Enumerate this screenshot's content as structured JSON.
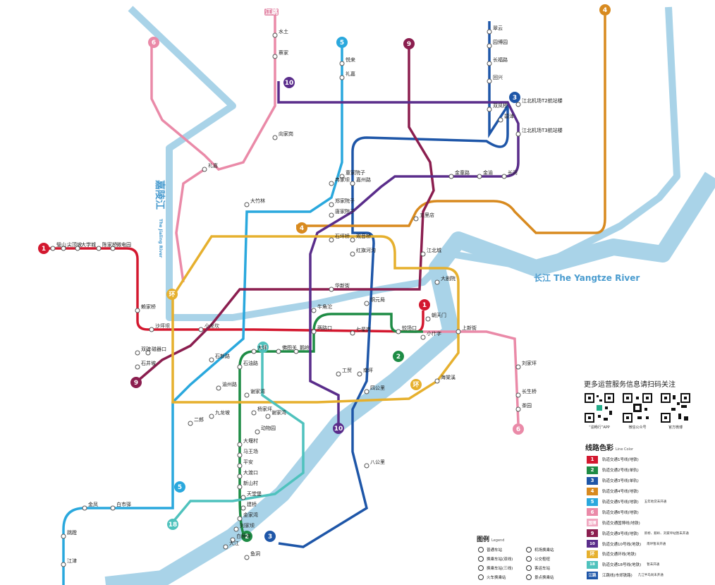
{
  "rivers": {
    "jialing_cn": "嘉陵江",
    "jialing_en": "The Jialing River",
    "yangtze": "长江 The Yangtze River",
    "color": "#a9d3e8"
  },
  "lines": [
    {
      "id": "1",
      "color": "#d3182f",
      "label": "1"
    },
    {
      "id": "2",
      "color": "#1e8c45",
      "label": "2"
    },
    {
      "id": "3",
      "color": "#1e56a8",
      "label": "3"
    },
    {
      "id": "4",
      "color": "#d88a1f",
      "label": "4"
    },
    {
      "id": "5",
      "color": "#2aa8dd",
      "label": "5"
    },
    {
      "id": "6",
      "color": "#ea8aa8",
      "label": "6"
    },
    {
      "id": "9",
      "color": "#8b1e4f",
      "label": "9"
    },
    {
      "id": "10",
      "color": "#5a2d8b",
      "label": "10"
    },
    {
      "id": "loop",
      "color": "#e6b02e",
      "label": "环"
    },
    {
      "id": "18",
      "color": "#4fc2bd",
      "label": "18"
    },
    {
      "id": "jt",
      "color": "#e38aa8",
      "label": "江跳"
    }
  ],
  "stations": [
    {
      "id": "chaotianmen",
      "name": "朝天门"
    },
    {
      "id": "xiaoshizi",
      "name": "小什字"
    },
    {
      "id": "jiefangbei",
      "name": "较场口"
    },
    {
      "id": "qixinggang",
      "name": "七星岗"
    },
    {
      "id": "lianglukou",
      "name": "两路口"
    },
    {
      "id": "eling",
      "name": "鹅岭"
    },
    {
      "id": "fotuguan",
      "name": "佛图关"
    },
    {
      "id": "daping",
      "name": "大坪"
    },
    {
      "id": "shiyoulu",
      "name": "石油路"
    },
    {
      "id": "xiejiawan",
      "name": "谢家湾"
    },
    {
      "id": "yangjiaping",
      "name": "杨家坪"
    },
    {
      "id": "dongwuyuan",
      "name": "动物园"
    },
    {
      "id": "dayancun",
      "name": "大堰村"
    },
    {
      "id": "mawangchang",
      "name": "马王场"
    },
    {
      "id": "pingan",
      "name": "平安"
    },
    {
      "id": "dadukou",
      "name": "大渡口"
    },
    {
      "id": "xinshancun",
      "name": "新山村"
    },
    {
      "id": "tiantangbao",
      "name": "天堂堡"
    },
    {
      "id": "jianqiao",
      "name": "建桥"
    },
    {
      "id": "jinjiawan",
      "name": "金家湾"
    },
    {
      "id": "liujiaba",
      "name": "刘家坝"
    },
    {
      "id": "baiju",
      "name": "白居寺"
    },
    {
      "id": "dajiang",
      "name": "大江"
    },
    {
      "id": "yudong",
      "name": "鱼洞"
    },
    {
      "id": "xiaolongkan",
      "name": "小龙坎"
    },
    {
      "id": "shapingba",
      "name": "沙坪坝"
    },
    {
      "id": "ciqikou",
      "name": "磁器口"
    },
    {
      "id": "shijingpo",
      "name": "石井坡"
    },
    {
      "id": "shuangbei",
      "name": "双碑"
    },
    {
      "id": "zhanjia",
      "name": "赖家桥"
    },
    {
      "id": "weidianyuan",
      "name": "微电园"
    },
    {
      "id": "chenjiaqiao",
      "name": "陈家桥"
    },
    {
      "id": "daxuecheng",
      "name": "大学城"
    },
    {
      "id": "jiandingpo",
      "name": "尖顶坡"
    },
    {
      "id": "bishan",
      "name": "璧山"
    },
    {
      "id": "jiangbeiairport",
      "name": "江北机场T2航站楼"
    },
    {
      "id": "jiangbeiairport3",
      "name": "江北机场T3航站楼"
    },
    {
      "id": "bijin",
      "name": "碧津"
    },
    {
      "id": "shuangfengqiao",
      "name": "双凤桥"
    },
    {
      "id": "huixing",
      "name": "回兴"
    },
    {
      "id": "changfulu",
      "name": "长福路"
    },
    {
      "id": "yuanyang",
      "name": "园博园"
    },
    {
      "id": "cuiyun",
      "name": "翠云"
    },
    {
      "id": "changhelu",
      "name": "长河"
    },
    {
      "id": "jinyu",
      "name": "金渝"
    },
    {
      "id": "jintonglu",
      "name": "金童路"
    },
    {
      "id": "tongjiayuanzi",
      "name": "童家院子"
    },
    {
      "id": "jiazhoulu",
      "name": "嘉州路"
    },
    {
      "id": "zhenggan",
      "name": "郑家院子"
    },
    {
      "id": "tangjiayuanzi",
      "name": "唐家院子"
    },
    {
      "id": "shipingqiao",
      "name": "石坪桥"
    },
    {
      "id": "guanyinqiao",
      "name": "观音桥"
    },
    {
      "id": "huaxinjie",
      "name": "华新街"
    },
    {
      "id": "niujiaotuo",
      "name": "牛角沱"
    },
    {
      "id": "tongyuanju",
      "name": "铜元局"
    },
    {
      "id": "huigongguan",
      "name": "四公里"
    },
    {
      "id": "nanping",
      "name": "南坪"
    },
    {
      "id": "gongmao",
      "name": "工贸"
    },
    {
      "id": "bagongli",
      "name": "八公里"
    },
    {
      "id": "erlang",
      "name": "二郎"
    },
    {
      "id": "jiulongpo",
      "name": "九龙坡"
    },
    {
      "id": "yuzhou",
      "name": "渝州路"
    },
    {
      "id": "xiejialing",
      "name": "谢家湾"
    },
    {
      "id": "hongqihegou",
      "name": "红旗河沟"
    },
    {
      "id": "lijia",
      "name": "礼嘉"
    },
    {
      "id": "yuelai",
      "name": "悦来"
    },
    {
      "id": "lijiaxi",
      "name": "礼嘉"
    },
    {
      "id": "shuiwan",
      "name": "水土"
    },
    {
      "id": "caijiawan",
      "name": "蔡家"
    },
    {
      "id": "xiangjiagang",
      "name": "向家岗"
    },
    {
      "id": "dazhulin",
      "name": "大竹林"
    },
    {
      "id": "ranjiaba",
      "name": "冉家坝"
    },
    {
      "id": "wulidian",
      "name": "五里店"
    },
    {
      "id": "jiangbeicheng",
      "name": "江北城"
    },
    {
      "id": "daqian",
      "name": "大剧院"
    },
    {
      "id": "shangxinjie",
      "name": "上新街"
    },
    {
      "id": "liujiaping",
      "name": "刘家坪"
    },
    {
      "id": "changshengqiao",
      "name": "长生桥"
    },
    {
      "id": "chayuan",
      "name": "茶园"
    },
    {
      "id": "haitangxi",
      "name": "海棠溪"
    },
    {
      "id": "shixinlu",
      "name": "石新路"
    },
    {
      "id": "baishiyi",
      "name": "白市驿"
    },
    {
      "id": "jinfeng",
      "name": "金凤"
    },
    {
      "id": "tiaodeng",
      "name": "跳蹬"
    },
    {
      "id": "jiangjin",
      "name": "江津"
    }
  ],
  "qr": {
    "title": "更多运营服务信息请扫码关注",
    "items": [
      {
        "caption": "“渝畅行”APP"
      },
      {
        "caption": "微信公众号"
      },
      {
        "caption": "官方微博"
      }
    ]
  },
  "line_color": {
    "title": "线路色彩",
    "title_en": "Line Color",
    "items": [
      {
        "label": "1",
        "color": "#d3182f",
        "name": "轨道交通1号线(地铁)",
        "note": ""
      },
      {
        "label": "2",
        "color": "#1e8c45",
        "name": "轨道交通2号线(单轨)",
        "note": ""
      },
      {
        "label": "3",
        "color": "#1e56a8",
        "name": "轨道交通3号线(单轨)",
        "note": ""
      },
      {
        "label": "4",
        "color": "#d88a1f",
        "name": "轨道交通4号线(地铁)",
        "note": ""
      },
      {
        "label": "5",
        "color": "#2aa8dd",
        "name": "轨道交通5号线(地铁)",
        "note": "五年地贷未开通"
      },
      {
        "label": "6",
        "color": "#ea8aa8",
        "name": "轨道交通6号线(地铁)",
        "note": ""
      },
      {
        "label": "国博",
        "color": "#f0a7c0",
        "name": "轨道交通国博线(地铁)",
        "note": ""
      },
      {
        "label": "9",
        "color": "#8b1e4f",
        "name": "轨道交通9号线(地铁)",
        "note": "新桥、鹅岭、刘家坪站暂未开通"
      },
      {
        "label": "10",
        "color": "#5a2d8b",
        "name": "轨道交通10号线(地铁)",
        "note": "南坪暂未开通"
      },
      {
        "label": "环",
        "color": "#e6b02e",
        "name": "轨道交通环线(地铁)",
        "note": ""
      },
      {
        "label": "18",
        "color": "#4fc2bd",
        "name": "轨道交通18号线(地铁)",
        "note": "暂未开通"
      },
      {
        "label": "江跳",
        "color": "#1e56a8",
        "name": "江跳线(市郊铁路)",
        "note": "几江半岛尚未开通"
      }
    ]
  },
  "legend": {
    "title": "图例",
    "title_en": "Legend",
    "items": [
      {
        "icon": "station",
        "label": "普通车站"
      },
      {
        "icon": "airport",
        "label": "机场换乘站"
      },
      {
        "icon": "transfer2",
        "label": "换乘车站(双线)"
      },
      {
        "icon": "bus",
        "label": "公交枢纽"
      },
      {
        "icon": "transfer3",
        "label": "换乘车站(三线)"
      },
      {
        "icon": "coach",
        "label": "客运车站"
      },
      {
        "icon": "train",
        "label": "火车换乘站"
      },
      {
        "icon": "scenic",
        "label": "景点换乘站"
      }
    ]
  }
}
